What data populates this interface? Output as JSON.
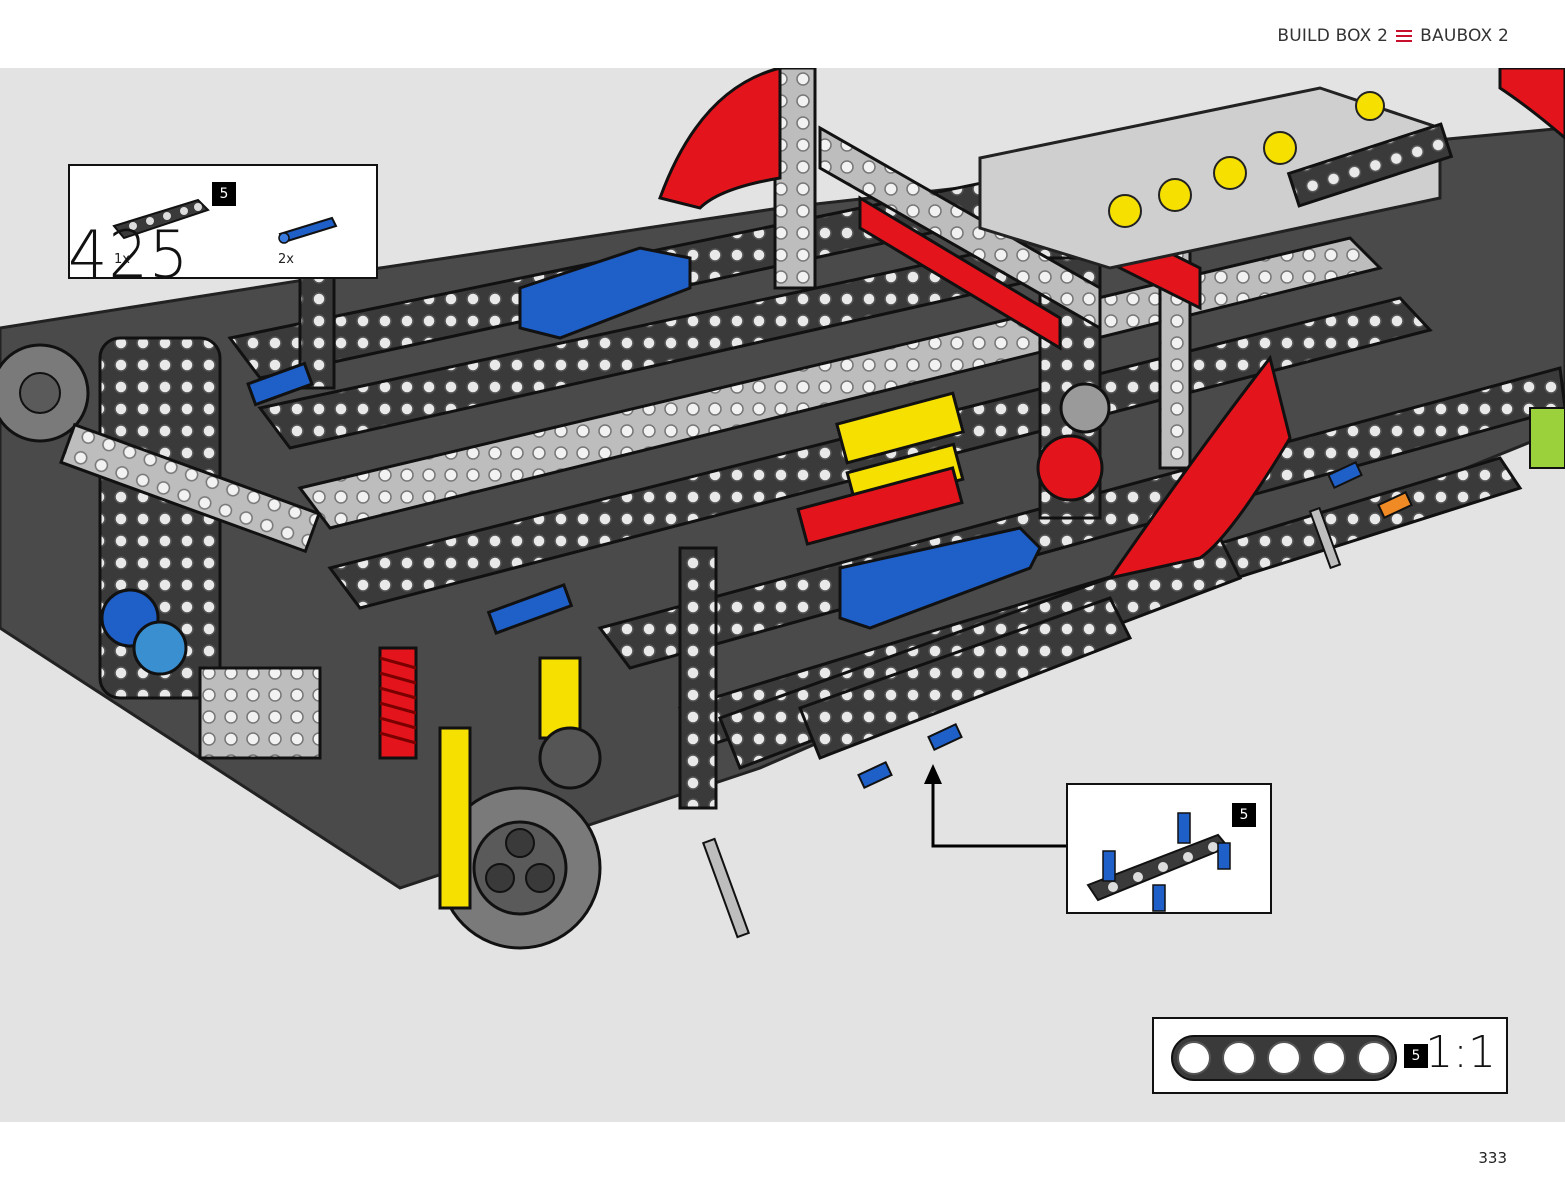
{
  "header": {
    "build_box_en": "BUILD BOX 2",
    "build_box_de": "BAUBOX 2",
    "accent_color": "#c8102e"
  },
  "parts_list": {
    "items": [
      {
        "part": "beam-5-black-icon",
        "quantity": "1x",
        "length": "5"
      },
      {
        "part": "blue-axle-pin-icon",
        "quantity": "2x"
      }
    ]
  },
  "step": {
    "number": "425"
  },
  "callout": {
    "part": "beam-5-with-4-blue-pins-icon",
    "length": "5"
  },
  "scale": {
    "length": "5",
    "ratio": "1:1"
  },
  "footer": {
    "page_number": "333"
  },
  "colors": {
    "background": "#e3e3e3",
    "beam_dark": "#3a3a3a",
    "beam_light": "#bdbdbd",
    "red": "#e3141c",
    "blue": "#1f5fc8",
    "yellow": "#f5e000",
    "orange": "#f08a24",
    "lime": "#9bd13b"
  }
}
